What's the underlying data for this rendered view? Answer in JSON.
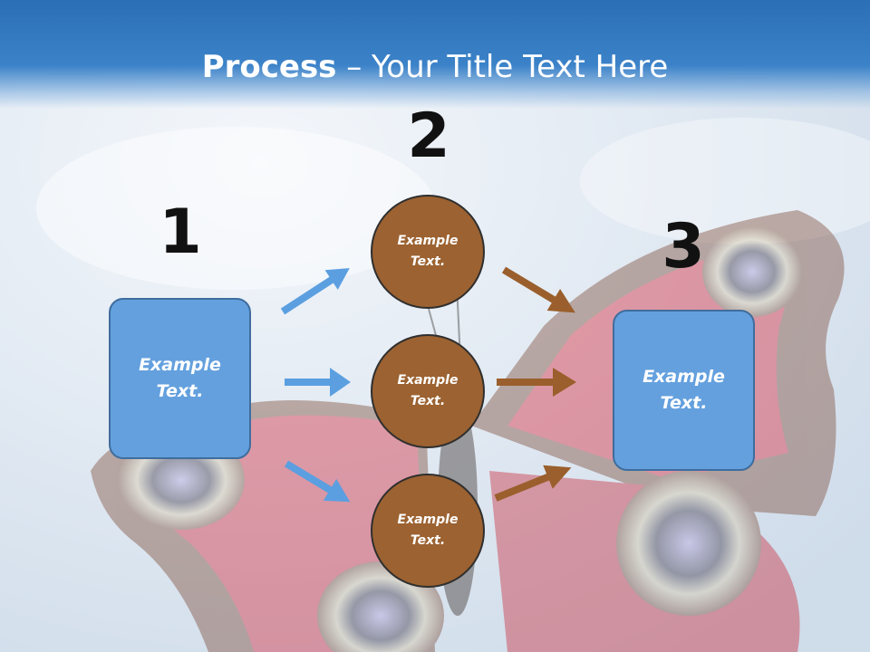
{
  "header": {
    "title_bold": "Process",
    "title_rest": " – Your Title Text Here"
  },
  "steps": [
    {
      "number": "1",
      "text": "Example Text."
    },
    {
      "number": "2",
      "items": [
        "Example Text.",
        "Example Text.",
        "Example Text."
      ]
    },
    {
      "number": "3",
      "text": "Example Text."
    }
  ],
  "colors": {
    "header_blue": "#2b6fb6",
    "box_blue": "#64a0de",
    "circle_brown": "#9c6231",
    "arrow_blue": "#5b9fe0",
    "arrow_brown": "#9a5f2c"
  }
}
